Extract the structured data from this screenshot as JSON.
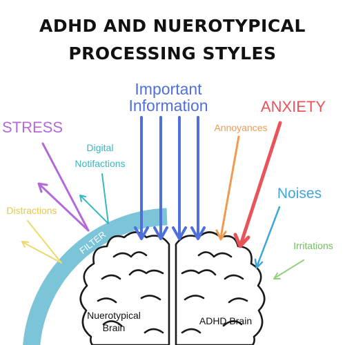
{
  "title": {
    "line1": "ADHD AND NUEROTYPICAL",
    "line2": "PROCESSING STYLES"
  },
  "inputs": {
    "important": {
      "line1": "Important",
      "line2": "Information"
    },
    "stress": "STRESS",
    "digital": {
      "line1": "Digital",
      "line2": "Notifactions"
    },
    "distractions": "Distractions",
    "annoyances": "Annoyances",
    "anxiety": "ANXIETY",
    "noises": "Noises",
    "irritations": "Irritations"
  },
  "filter_label": "FILTER",
  "brains": {
    "neurotypical": {
      "line1": "Nuerotypical",
      "line2": "Brain"
    },
    "adhd": "ADHD Brain"
  },
  "colors": {
    "important": "#4e6fdc",
    "stress": "#b36ad8",
    "digital": "#35b7c2",
    "distractions": "#ecd96b",
    "annoyances": "#f09a50",
    "anxiety": "#e8545a",
    "noises": "#3fa6d8",
    "irritations": "#8fd27a",
    "filter": "#7cc4d8",
    "brain_outline": "#1a1a1a"
  },
  "icons": {
    "neurotypical_brain": "left-brain-hemisphere-icon",
    "adhd_brain": "right-brain-hemisphere-icon"
  }
}
